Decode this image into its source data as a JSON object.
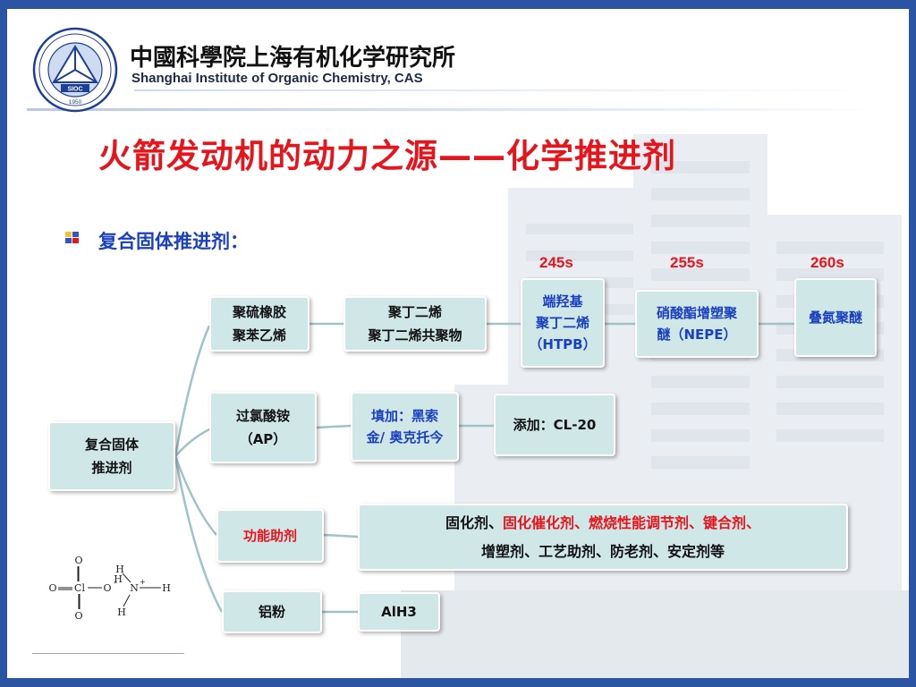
{
  "institution": {
    "name_cn": "上海有机化学研究所",
    "name_en": "Shanghai Institute of Organic Chemistry, CAS"
  },
  "title": "火箭发动机的动力之源——化学推进剂",
  "bullet": "复合固体推进剂：",
  "isp": [
    "245s",
    "255s",
    "260s"
  ],
  "root": [
    "复合固体",
    "推进剂"
  ],
  "branches": {
    "rubber": [
      "聚硫橡胶",
      "聚苯乙烯"
    ],
    "butadiene": [
      "聚丁二烯",
      "聚丁二烯共聚物"
    ],
    "htpb": [
      "端羟基",
      "聚丁二烯",
      "（HTPB）"
    ],
    "nepe": [
      "硝酸酯增塑聚",
      "醚（NEPE）"
    ],
    "azide": "叠氮聚醚",
    "ap": [
      "过氯酸铵",
      "（AP）"
    ],
    "filler": [
      "填加：黑索",
      "金/ 奥克托今"
    ],
    "cl20": "添加：CL-20",
    "additive": "功能助剂",
    "additive_list": {
      "line1_black": "固化剂、",
      "line1_red": "固化催化剂、燃烧性能调节剂、键合剂、",
      "line2": "增塑剂、工艺助剂、防老剂、安定剂等"
    },
    "aluminum": "铝粉",
    "aih3": "AlH3"
  },
  "colors": {
    "title_red": "#e8141b",
    "bullet_blue": "#1a3fbf",
    "box_fill": "#d0e7e8",
    "connector": "#9fc3c6",
    "frame_blue": "#2b55a3"
  }
}
